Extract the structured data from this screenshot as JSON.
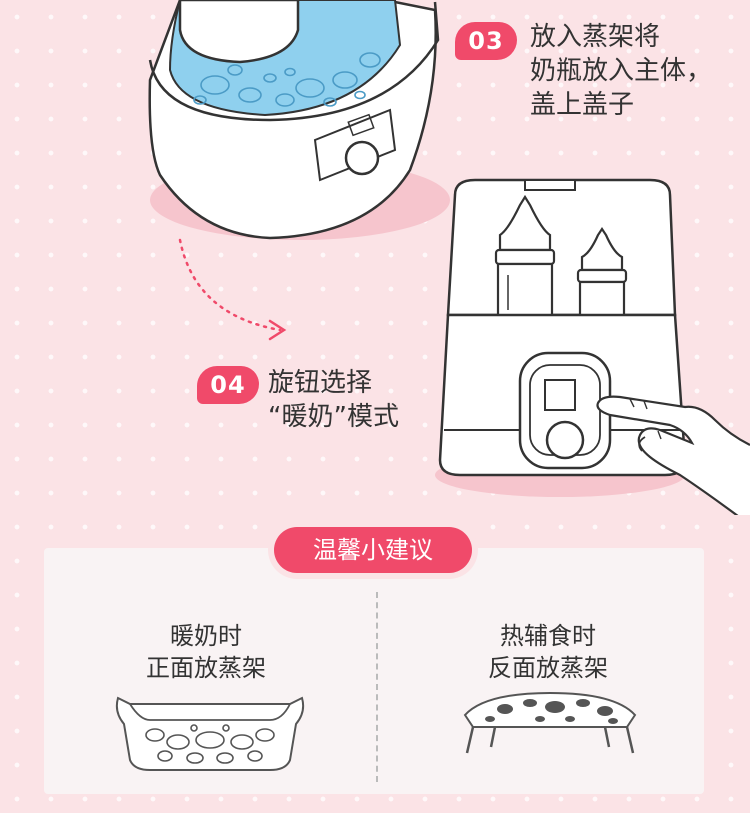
{
  "steps": [
    {
      "badge": "03",
      "lines": [
        "放入蒸架将",
        "奶瓶放入主体，",
        "盖上盖子"
      ]
    },
    {
      "badge": "04",
      "lines": [
        "旋钮选择",
        "“暖奶”模式"
      ]
    }
  ],
  "tips": {
    "title": "温馨小建议",
    "left": {
      "line1": "暖奶时",
      "line2": "正面放蒸架"
    },
    "right": {
      "line1": "热辅食时",
      "line2": "反面放蒸架"
    }
  },
  "colors": {
    "accent": "#f04a6a",
    "background": "#fbe3e6",
    "card": "#f9f3f4",
    "water": "#8fd0ee"
  }
}
